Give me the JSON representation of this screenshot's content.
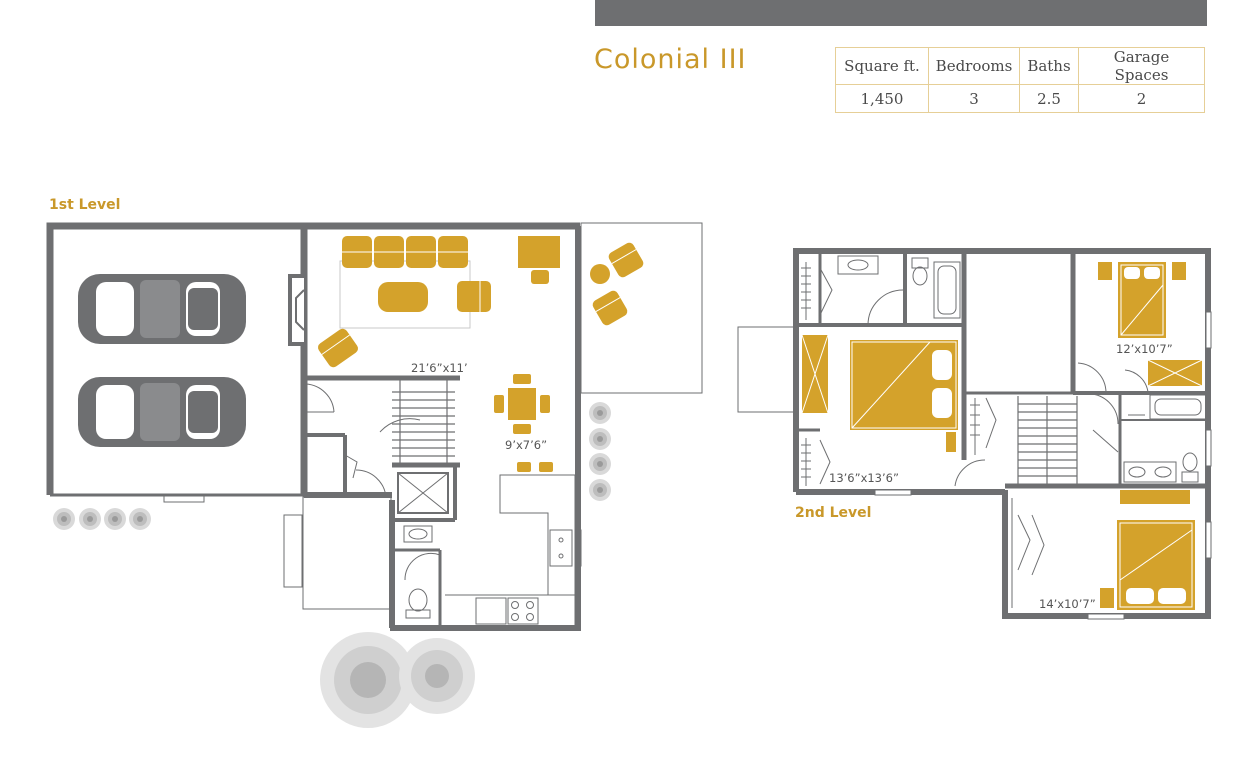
{
  "header": {
    "title": "Colonial III"
  },
  "specs": {
    "headers": [
      "Square ft.",
      "Bedrooms",
      "Baths",
      "Garage Spaces"
    ],
    "values": [
      "1,450",
      "3",
      "2.5",
      "2"
    ]
  },
  "levels": {
    "first": "1st Level",
    "second": "2nd Level"
  },
  "rooms": {
    "living": "21’6”x11’",
    "dining": "9’x7’6”",
    "master": "13’6”x13’6”",
    "bed2": "12’x10’7”",
    "bed3": "14’x10’7”"
  },
  "colors": {
    "wall": "#6e6f71",
    "accent": "#d4a22b",
    "title": "#c9982a",
    "table_border": "#e6cf97"
  }
}
